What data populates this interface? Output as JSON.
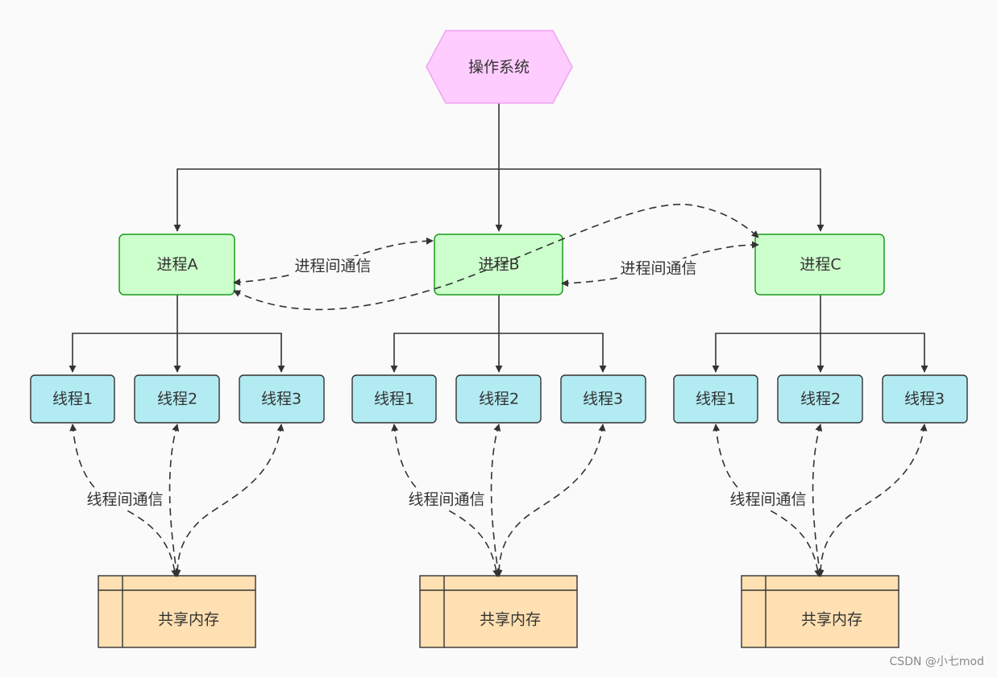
{
  "nodes": {
    "os": {
      "label": "操作系统"
    },
    "process_a": {
      "label": "进程A"
    },
    "process_b": {
      "label": "进程B"
    },
    "process_c": {
      "label": "进程C"
    },
    "a_thread_1": {
      "label": "线程1"
    },
    "a_thread_2": {
      "label": "线程2"
    },
    "a_thread_3": {
      "label": "线程3"
    },
    "b_thread_1": {
      "label": "线程1"
    },
    "b_thread_2": {
      "label": "线程2"
    },
    "b_thread_3": {
      "label": "线程3"
    },
    "c_thread_1": {
      "label": "线程1"
    },
    "c_thread_2": {
      "label": "线程2"
    },
    "c_thread_3": {
      "label": "线程3"
    },
    "a_shared_memory": {
      "label": "共享内存"
    },
    "b_shared_memory": {
      "label": "共享内存"
    },
    "c_shared_memory": {
      "label": "共享内存"
    }
  },
  "edge_labels": {
    "ipc_ab": "进程间通信",
    "ipc_bc": "进程间通信",
    "itc_a": "线程间通信",
    "itc_b": "线程间通信",
    "itc_c": "线程间通信"
  },
  "watermark": "CSDN @小七mod",
  "colors": {
    "os_fill": "#ffccff",
    "os_stroke": "#f0a2f0",
    "process_fill": "#ccffcc",
    "process_stroke": "#1a9c1a",
    "thread_fill": "#b2ebf2",
    "thread_stroke": "#333333",
    "memory_fill": "#ffe0b2",
    "memory_stroke": "#333333",
    "edge": "#333333"
  }
}
